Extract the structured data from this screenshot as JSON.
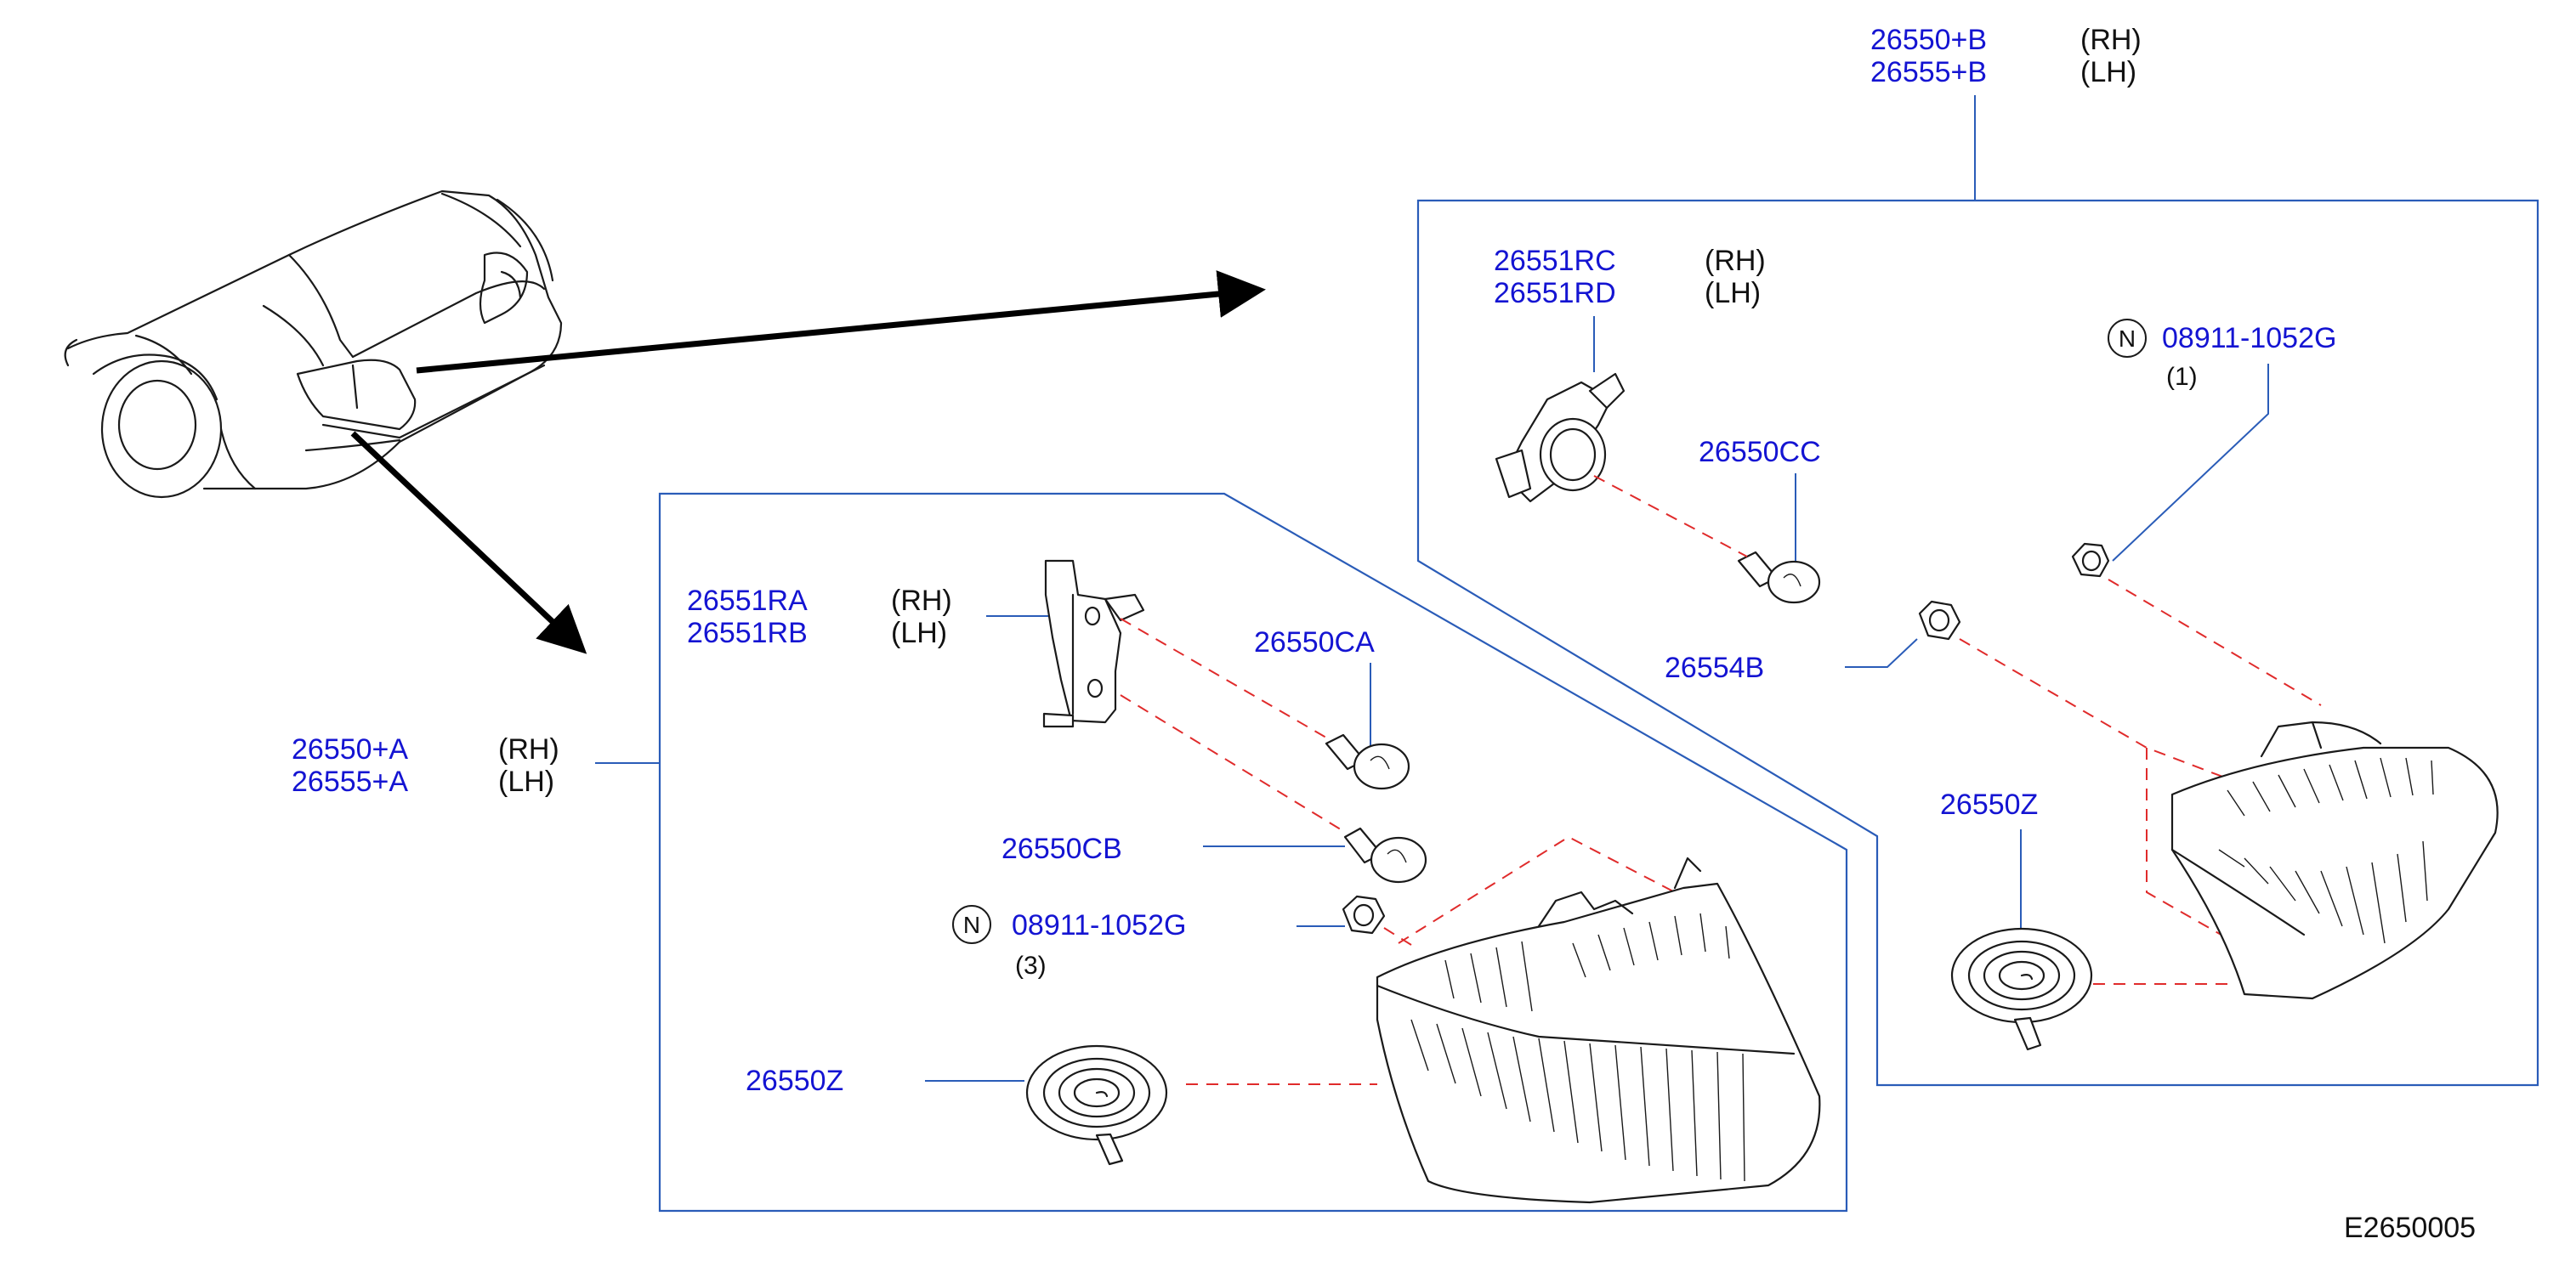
{
  "assembly_b": {
    "rh_part": "26550+B",
    "lh_part": "26555+B",
    "rh_side": "(RH)",
    "lh_side": "(LH)"
  },
  "assembly_a": {
    "rh_part": "26550+A",
    "lh_part": "26555+A",
    "rh_side": "(RH)",
    "lh_side": "(LH)"
  },
  "socket_b": {
    "rh_part": "26551RC",
    "lh_part": "26551RD",
    "rh_side": "(RH)",
    "lh_side": "(LH)"
  },
  "socket_a": {
    "rh_part": "26551RA",
    "lh_part": "26551RB",
    "rh_side": "(RH)",
    "lh_side": "(LH)"
  },
  "nut_b": {
    "mark": "N",
    "part": "08911-1052G",
    "qty": "(1)"
  },
  "nut_a": {
    "mark": "N",
    "part": "08911-1052G",
    "qty": "(3)"
  },
  "bulb_cc": {
    "part": "26550CC"
  },
  "bulb_ca": {
    "part": "26550CA"
  },
  "bulb_cb": {
    "part": "26550CB"
  },
  "grommet": {
    "part": "26554B"
  },
  "seal_b": {
    "part": "26550Z"
  },
  "seal_a": {
    "part": "26550Z"
  },
  "diagram_ref": "E2650005"
}
